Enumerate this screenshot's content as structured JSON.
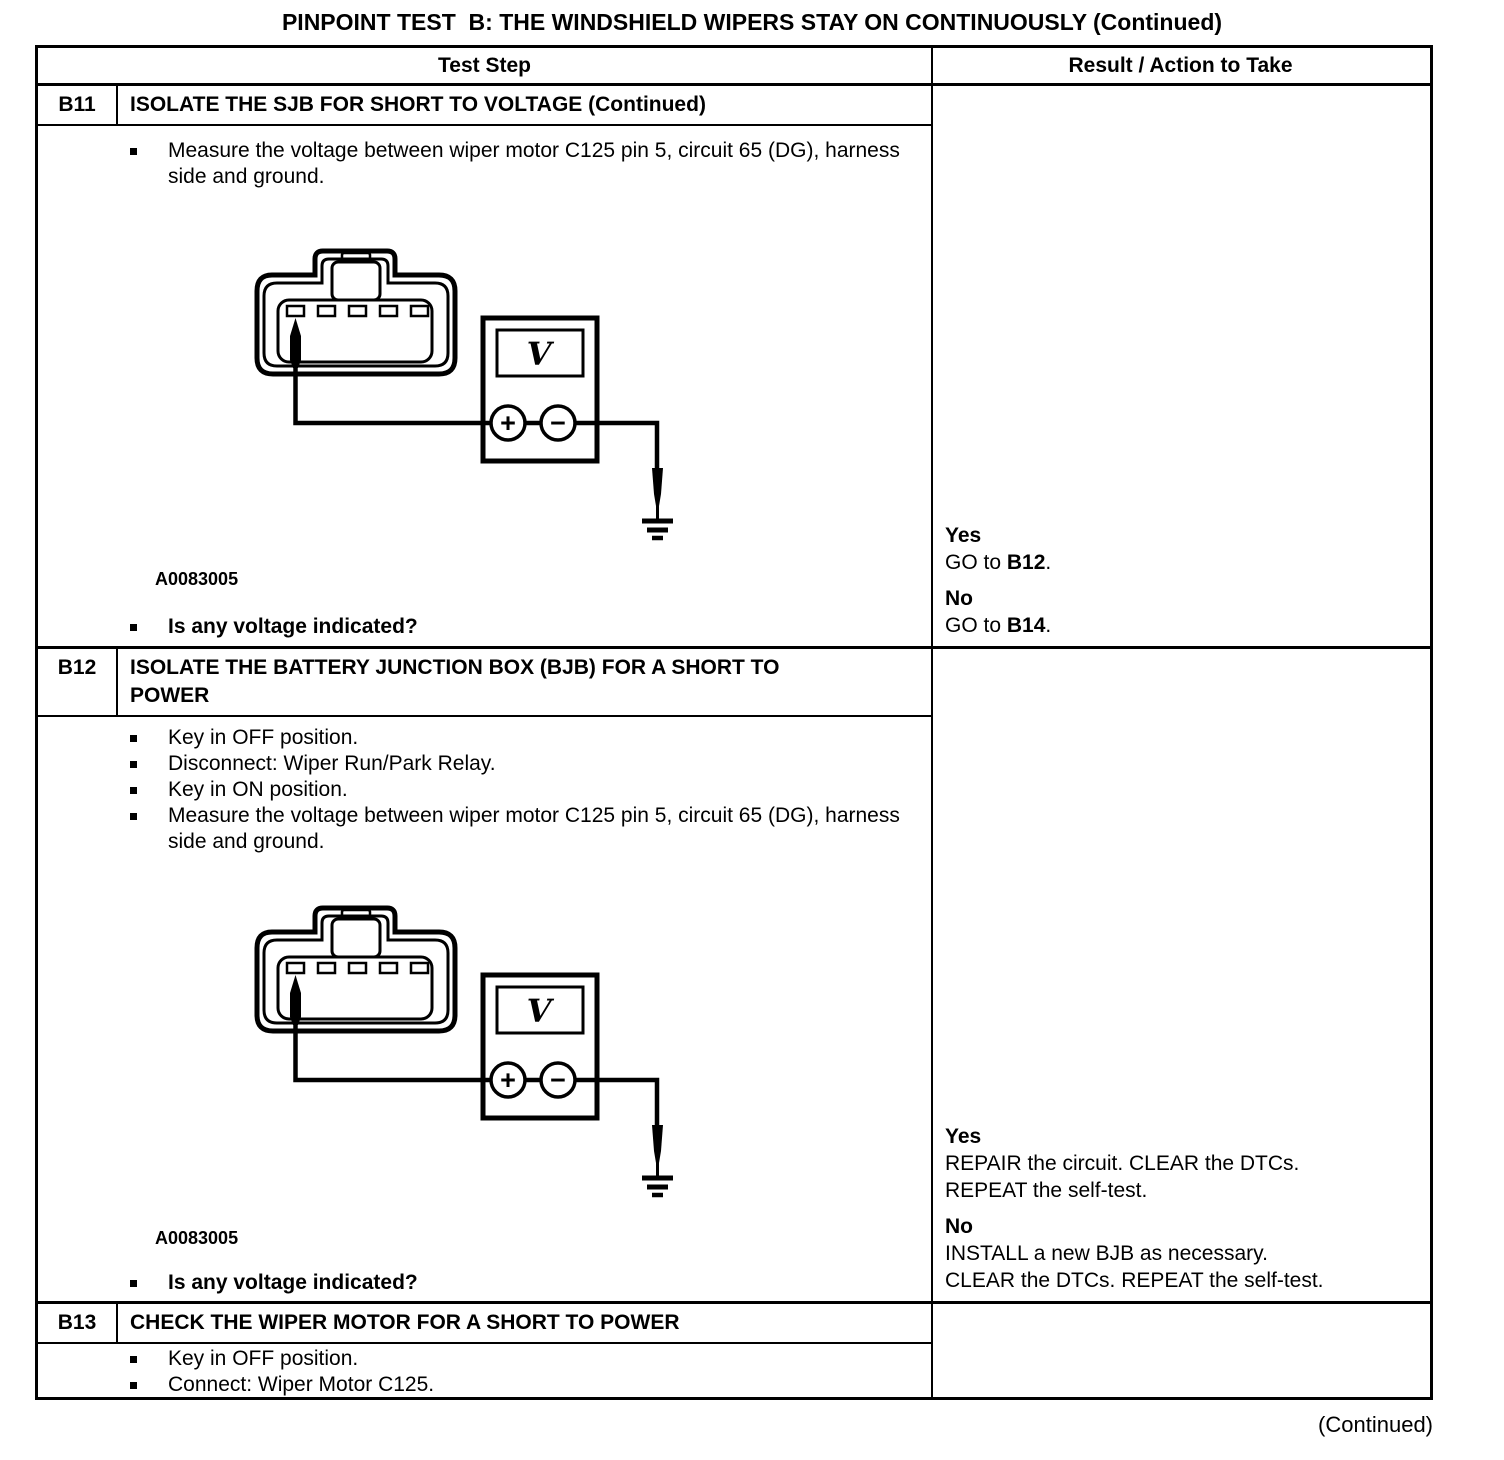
{
  "page": {
    "title": "PINPOINT TEST  B: THE WINDSHIELD WIPERS STAY ON CONTINUOUSLY (Continued)",
    "continued_note": "(Continued)"
  },
  "table": {
    "headers": {
      "test_step": "Test Step",
      "result": "Result / Action to Take"
    },
    "rows": [
      {
        "id": "B11",
        "title": "ISOLATE THE SJB FOR SHORT TO VOLTAGE (Continued)",
        "steps": [
          "Measure the voltage between wiper motor C125 pin 5, circuit 65 (DG), harness side and ground."
        ],
        "figure_code": "A0083005",
        "question": "Is any voltage indicated?",
        "results": [
          {
            "label": "Yes",
            "prefix": "GO to ",
            "bold": "B12",
            "suffix": "."
          },
          {
            "label": "No",
            "prefix": "GO to ",
            "bold": "B14",
            "suffix": "."
          }
        ]
      },
      {
        "id": "B12",
        "title": "ISOLATE THE BATTERY JUNCTION BOX (BJB) FOR A SHORT TO POWER",
        "steps": [
          "Key in OFF position.",
          "Disconnect: Wiper Run/Park Relay.",
          "Key in ON position.",
          "Measure the voltage between wiper motor C125 pin 5, circuit 65 (DG), harness side and ground."
        ],
        "figure_code": "A0083005",
        "question": "Is any voltage indicated?",
        "results": [
          {
            "label": "Yes",
            "lines": [
              "REPAIR the circuit. CLEAR the DTCs.",
              "REPEAT the self-test."
            ]
          },
          {
            "label": "No",
            "lines": [
              "INSTALL a new BJB as necessary.",
              "CLEAR the DTCs. REPEAT the self-test."
            ]
          }
        ]
      },
      {
        "id": "B13",
        "title": "CHECK THE WIPER MOTOR FOR A SHORT TO POWER",
        "steps": [
          "Key in OFF position.",
          "Connect: Wiper Motor C125."
        ]
      }
    ]
  },
  "diagram": {
    "meter_label": "V",
    "plus_label": "+",
    "minus_label": "−"
  }
}
